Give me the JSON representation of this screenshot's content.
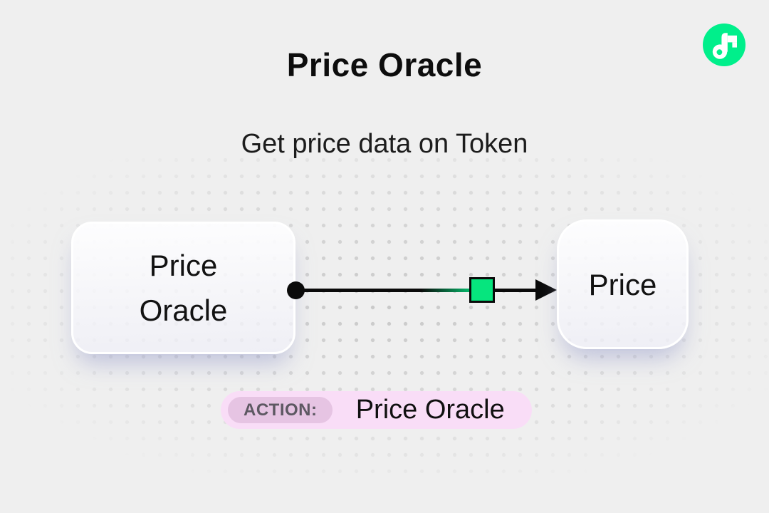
{
  "header": {
    "title": "Price Oracle",
    "subtitle": "Get price data on Token"
  },
  "logo": {
    "icon": "flow-logo",
    "color": "#00EF8B"
  },
  "nodes": [
    {
      "id": "price-oracle",
      "lines": [
        "Price",
        "Oracle"
      ]
    },
    {
      "id": "price",
      "lines": [
        "Price"
      ]
    }
  ],
  "edge": {
    "from": "price-oracle",
    "to": "price",
    "handle_icon": "green-square-handle",
    "handle_color": "#06E57E"
  },
  "action_badge": {
    "label": "ACTION:",
    "value": "Price Oracle"
  },
  "colors": {
    "background": "#EFEFEF",
    "flow-green": "#00EF8B",
    "connector-green": "#06E57E",
    "badge-pink": "#F9DDF7",
    "badge-label-bg": "#E6C4E3",
    "badge-label-text": "#5D5862"
  }
}
